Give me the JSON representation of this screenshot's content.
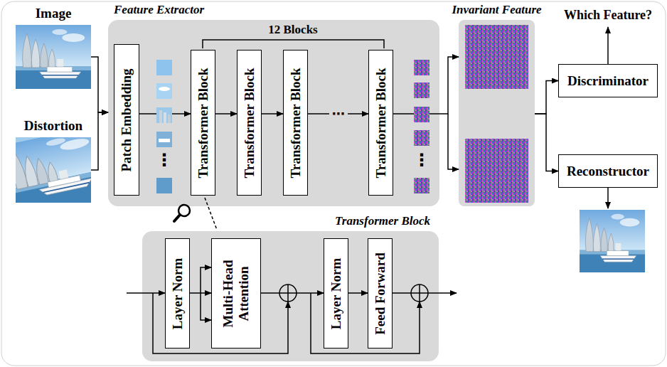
{
  "diagram": {
    "nodes": [
      {
        "text": [
          "Image"
        ]
      },
      {
        "text": [
          "Distortion"
        ]
      },
      {
        "text": [
          "Feature Extractor"
        ]
      },
      {
        "text": [
          "Patch Embedding"
        ],
        "in": 2
      },
      {
        "text": [
          "Transformer Block"
        ],
        "in": 2
      },
      {
        "text": [
          "Transformer Block"
        ],
        "in": 2
      },
      {
        "text": [
          "Transformer Block"
        ],
        "in": 2
      },
      {
        "text": [
          "Transformer Block"
        ],
        "in": 2
      },
      {
        "text": [
          "Invariant Feature"
        ]
      },
      {
        "text": [
          "Discriminator"
        ]
      },
      {
        "text": [
          "Reconstructor"
        ]
      },
      {
        "text": [
          "Transformer Block"
        ]
      },
      {
        "text": [
          "Layer Norm"
        ],
        "in": 11
      },
      {
        "text": [
          "Multi-Head Attention"
        ],
        "in": 11
      },
      {
        "text": [
          "Layer Norm"
        ],
        "in": 11
      },
      {
        "text": [
          "Feed Forward"
        ],
        "in": 11
      }
    ],
    "edges": [
      {
        "from": 0,
        "to": 2,
        "arrow": "to"
      },
      {
        "from": 1,
        "to": 2,
        "arrow": "to"
      },
      {
        "from": 3,
        "to": 4,
        "arrow": "to"
      },
      {
        "from": 4,
        "to": 5,
        "arrow": "to"
      },
      {
        "from": 5,
        "to": 6,
        "arrow": "to"
      },
      {
        "from": 6,
        "to": 7,
        "label": "⋯",
        "arrow": "to"
      },
      {
        "from": 7,
        "to": 8,
        "arrow": "to"
      },
      {
        "from": 8,
        "to": 9,
        "arrow": "to"
      },
      {
        "from": 8,
        "to": 10,
        "arrow": "to"
      },
      {
        "from": 12,
        "to": 13,
        "arrow": "to"
      },
      {
        "from": 13,
        "to": 14,
        "arrow": "to"
      },
      {
        "from": 14,
        "to": 15,
        "arrow": "to"
      }
    ],
    "labels": [
      "12 Blocks",
      "⋮",
      "⋮",
      "Which Feature?"
    ]
  }
}
